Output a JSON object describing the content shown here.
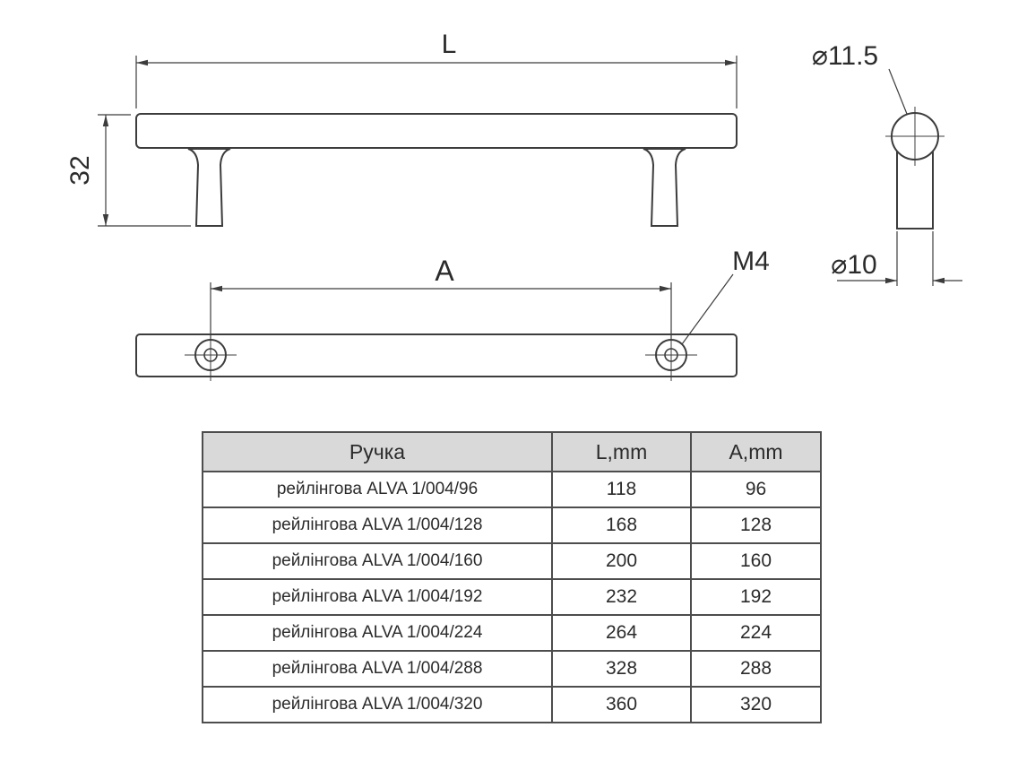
{
  "drawing": {
    "front_view": {
      "length_label": "L",
      "height_label": "32"
    },
    "side_view": {
      "knob_diameter_label": "⌀11.5",
      "post_diameter_label": "⌀10"
    },
    "bottom_view": {
      "hole_spacing_label": "A",
      "thread_label": "M4"
    }
  },
  "table": {
    "headers": [
      "Ручка",
      "L,mm",
      "A,mm"
    ],
    "rows": [
      [
        "рейлінгова ALVA 1/004/96",
        "118",
        "96"
      ],
      [
        "рейлінгова ALVA 1/004/128",
        "168",
        "128"
      ],
      [
        "рейлінгова ALVA 1/004/160",
        "200",
        "160"
      ],
      [
        "рейлінгова ALVA 1/004/192",
        "232",
        "192"
      ],
      [
        "рейлінгова ALVA 1/004/224",
        "264",
        "224"
      ],
      [
        "рейлінгова ALVA 1/004/288",
        "328",
        "288"
      ],
      [
        "рейлінгова ALVA 1/004/320",
        "360",
        "320"
      ]
    ]
  },
  "colors": {
    "line": "#3c3c3c",
    "text": "#2b2b2b",
    "table_border": "#4d4d4d",
    "table_header_bg": "#d9d9d9",
    "background": "#ffffff"
  }
}
